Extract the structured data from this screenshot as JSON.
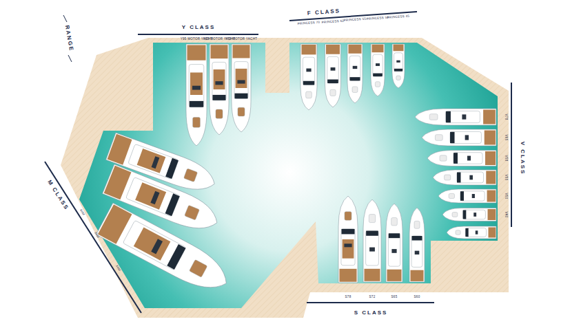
{
  "diagram": {
    "labels": [
      "RANGE",
      "Y CLASS",
      "Y95 MOTOR YACHT",
      "Y85 MOTOR YACHT",
      "Y78 MOTOR YACHT",
      "F CLASS",
      "PRINCESS 70",
      "PRINCESS 62",
      "PRINCESS 55",
      "PRINCESS 50",
      "PRINCESS 45",
      "V CLASS",
      "V78",
      "V65",
      "V58",
      "V55",
      "V50",
      "V40",
      "S CLASS",
      "S78",
      "S72",
      "S65",
      "S60",
      "M CLASS",
      "40M",
      "35M",
      "30M"
    ]
  }
}
